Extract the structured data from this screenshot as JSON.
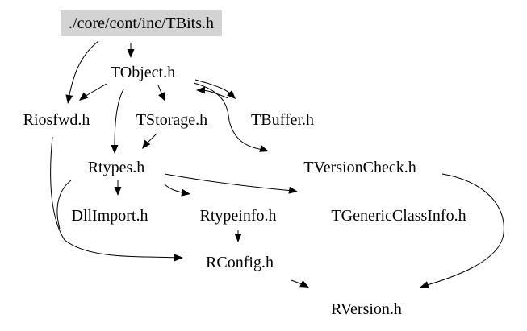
{
  "colors": {
    "root_fill": "#d3d3d3",
    "edge": "#000000",
    "background": "#ffffff"
  },
  "nodes": [
    {
      "id": "TBits",
      "label": "./core/cont/inc/TBits.h"
    },
    {
      "id": "TObject",
      "label": "TObject.h"
    },
    {
      "id": "Riosfwd",
      "label": "Riosfwd.h"
    },
    {
      "id": "TStorage",
      "label": "TStorage.h"
    },
    {
      "id": "TBuffer",
      "label": "TBuffer.h"
    },
    {
      "id": "Rtypes",
      "label": "Rtypes.h"
    },
    {
      "id": "TVersionCheck",
      "label": "TVersionCheck.h"
    },
    {
      "id": "DllImport",
      "label": "DllImport.h"
    },
    {
      "id": "Rtypeinfo",
      "label": "Rtypeinfo.h"
    },
    {
      "id": "TGenericClassInfo",
      "label": "TGenericClassInfo.h"
    },
    {
      "id": "RConfig",
      "label": "RConfig.h"
    },
    {
      "id": "RVersion",
      "label": "RVersion.h"
    }
  ],
  "edges": [
    {
      "from": "TBits",
      "to": "TObject"
    },
    {
      "from": "TBits",
      "to": "Riosfwd"
    },
    {
      "from": "TObject",
      "to": "Riosfwd"
    },
    {
      "from": "TObject",
      "to": "TStorage"
    },
    {
      "from": "TObject",
      "to": "Rtypes"
    },
    {
      "from": "TObject",
      "to": "TBuffer"
    },
    {
      "from": "TObject",
      "to": "TVersionCheck"
    },
    {
      "from": "TBuffer",
      "to": "TObject"
    },
    {
      "from": "TStorage",
      "to": "Rtypes"
    },
    {
      "from": "Riosfwd",
      "to": "RConfig"
    },
    {
      "from": "Rtypes",
      "to": "DllImport"
    },
    {
      "from": "Rtypes",
      "to": "Rtypeinfo"
    },
    {
      "from": "Rtypes",
      "to": "TGenericClassInfo"
    },
    {
      "from": "Rtypes",
      "to": "RConfig"
    },
    {
      "from": "Rtypeinfo",
      "to": "RConfig"
    },
    {
      "from": "RConfig",
      "to": "RVersion"
    },
    {
      "from": "TVersionCheck",
      "to": "RVersion"
    }
  ]
}
